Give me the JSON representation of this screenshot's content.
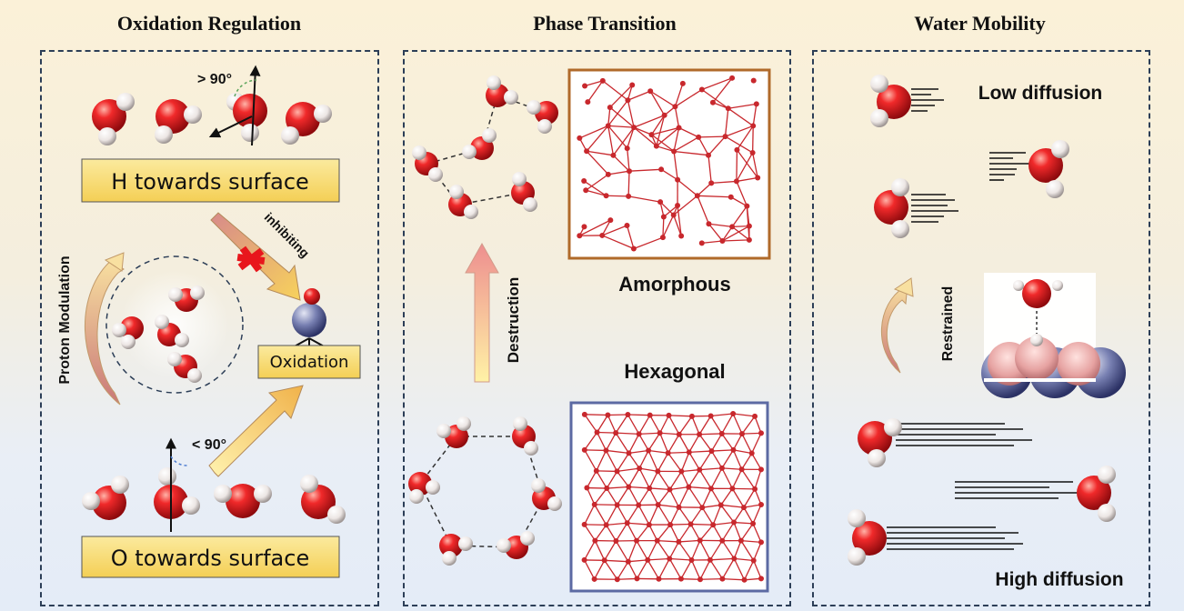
{
  "panels": {
    "oxidation": {
      "title": "Oxidation Regulation",
      "h_surface": "H towards surface",
      "o_surface": "O towards surface",
      "angle_gt": "> 90°",
      "angle_lt": "< 90°",
      "inhibiting": "inhibiting",
      "oxidation": "Oxidation",
      "proton_modulation": "Proton Modulation"
    },
    "phase": {
      "title": "Phase Transition",
      "destruction": "Destruction",
      "amorphous": "Amorphous",
      "hexagonal": "Hexagonal"
    },
    "water": {
      "title": "Water Mobility",
      "low": "Low diffusion",
      "high": "High diffusion",
      "restrained": "Restrained"
    }
  },
  "colors": {
    "oxygen": "#e0191c",
    "hydrogen": "#f4f0ee",
    "label_box": "#f7dd78",
    "network_line": "#c8282d",
    "amorphous_border": "#b06a2a",
    "hexagonal_border": "#5c6aa3",
    "inhibit_cross": "#e8161c",
    "surface_metal": "#6f7bb0",
    "surface_top": "#e6a7a6"
  }
}
